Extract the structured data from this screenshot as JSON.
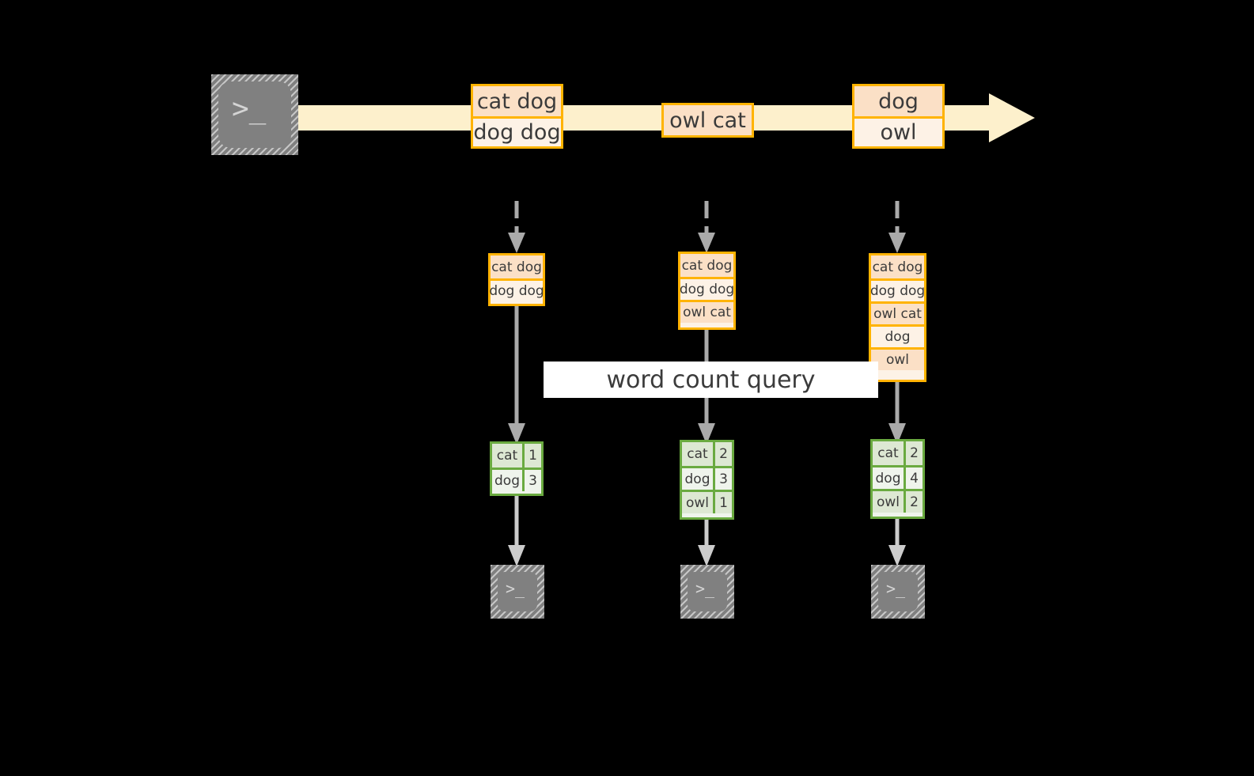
{
  "colors": {
    "background": "#000000",
    "stream_fill": "#FDF0CC",
    "event_border": "#FFB300",
    "event_fill_dark": "#FBE0C6",
    "event_fill_light": "#FDF2E6",
    "table_border": "#6AAA40",
    "table_fill_dark": "#DDE8D3",
    "table_fill_light": "#EFF4EC",
    "connector": "#AAAAAA",
    "terminal_fill": "#808080",
    "text": "#3B3B3B",
    "band_fill": "#FFFFFF"
  },
  "source": {
    "icon": "terminal-icon",
    "prompt": ">_"
  },
  "stream": {
    "icon": "right-arrow-icon",
    "events": [
      {
        "id": "event-group-1",
        "lines": [
          {
            "text": "cat dog",
            "shade": "dark"
          },
          {
            "text": "dog dog",
            "shade": "light"
          }
        ]
      },
      {
        "id": "event-group-2",
        "lines": [
          {
            "text": "owl cat",
            "shade": "dark"
          }
        ]
      },
      {
        "id": "event-group-3",
        "lines": [
          {
            "text": "dog",
            "shade": "dark"
          },
          {
            "text": "owl",
            "shade": "light"
          }
        ]
      }
    ]
  },
  "query": {
    "label": "word count query"
  },
  "snapshots": [
    {
      "id": "snapshot-1",
      "buffer": [
        {
          "text": "cat dog",
          "shade": "dark"
        },
        {
          "text": "dog dog",
          "shade": "light"
        }
      ],
      "counts": [
        {
          "word": "cat",
          "count": "1",
          "shade": "dark"
        },
        {
          "word": "dog",
          "count": "3",
          "shade": "light"
        }
      ],
      "sink": {
        "icon": "terminal-icon",
        "prompt": ">_"
      }
    },
    {
      "id": "snapshot-2",
      "buffer": [
        {
          "text": "cat dog",
          "shade": "dark"
        },
        {
          "text": "dog dog",
          "shade": "light"
        },
        {
          "text": "owl cat",
          "shade": "dark"
        }
      ],
      "counts": [
        {
          "word": "cat",
          "count": "2",
          "shade": "dark"
        },
        {
          "word": "dog",
          "count": "3",
          "shade": "light"
        },
        {
          "word": "owl",
          "count": "1",
          "shade": "dark"
        }
      ],
      "sink": {
        "icon": "terminal-icon",
        "prompt": ">_"
      }
    },
    {
      "id": "snapshot-3",
      "buffer": [
        {
          "text": "cat dog",
          "shade": "dark"
        },
        {
          "text": "dog dog",
          "shade": "light"
        },
        {
          "text": "owl cat",
          "shade": "dark"
        },
        {
          "text": "dog",
          "shade": "light"
        },
        {
          "text": "owl",
          "shade": "dark"
        }
      ],
      "counts": [
        {
          "word": "cat",
          "count": "2",
          "shade": "dark"
        },
        {
          "word": "dog",
          "count": "4",
          "shade": "light"
        },
        {
          "word": "owl",
          "count": "2",
          "shade": "dark"
        }
      ],
      "sink": {
        "icon": "terminal-icon",
        "prompt": ">_"
      }
    }
  ]
}
